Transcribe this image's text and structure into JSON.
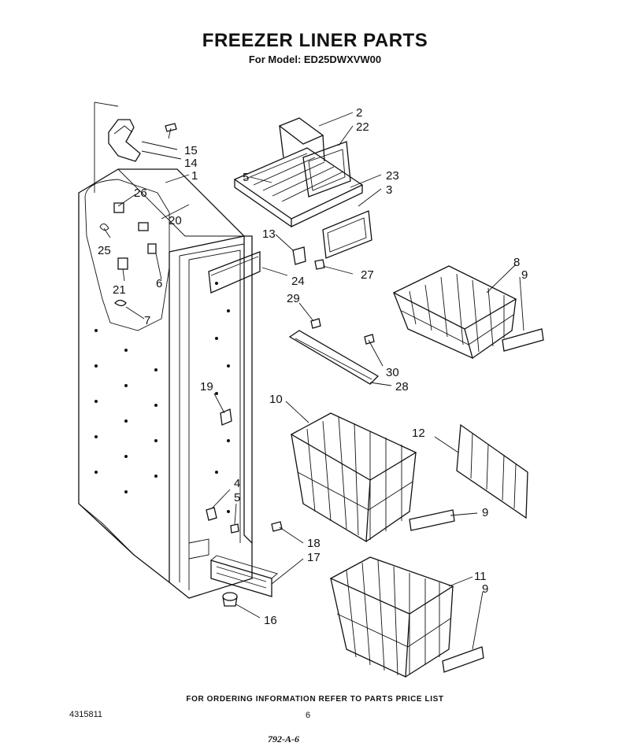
{
  "title": "FREEZER LINER PARTS",
  "subtitle": "For Model: ED25DWXVW00",
  "footer": "FOR ORDERING INFORMATION REFER TO PARTS PRICE LIST",
  "document_number": "4315811",
  "page_number": "6",
  "revision_code": "792-A-6",
  "callouts": {
    "c1": "1",
    "c2": "2",
    "c3": "3",
    "c4": "4",
    "c5": "5",
    "c5b": "5",
    "c6": "6",
    "c7": "7",
    "c8": "8",
    "c9a": "9",
    "c9b": "9",
    "c9c": "9",
    "c10": "10",
    "c11": "11",
    "c12": "12",
    "c13": "13",
    "c14": "14",
    "c15": "15",
    "c16": "16",
    "c17": "17",
    "c18": "18",
    "c19": "19",
    "c20": "20",
    "c21": "21",
    "c22": "22",
    "c23": "23",
    "c24": "24",
    "c25": "25",
    "c26": "26",
    "c27": "27",
    "c28": "28",
    "c29": "29",
    "c30": "30"
  }
}
